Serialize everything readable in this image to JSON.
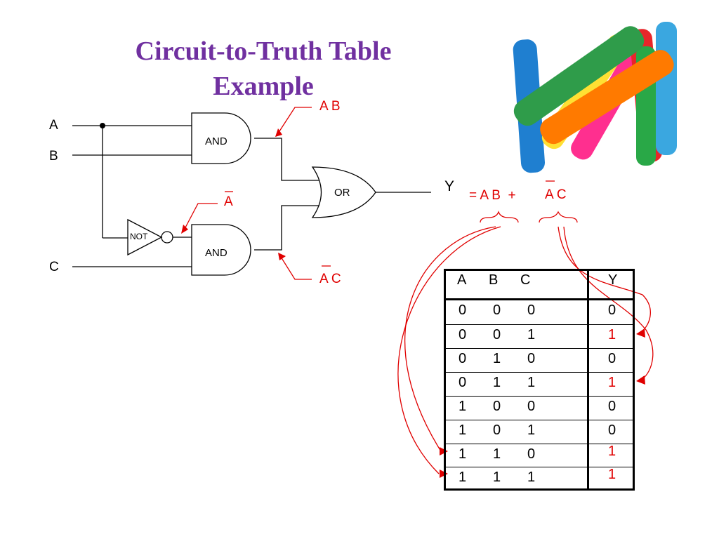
{
  "slide": {
    "title_line1": "Circuit-to-Truth Table",
    "title_line2": "Example"
  },
  "circuit": {
    "inputs": [
      "A",
      "B",
      "C"
    ],
    "gates": {
      "and_top": "AND",
      "and_bottom": "AND",
      "or": "OR",
      "not": "NOT"
    },
    "output_label": "Y"
  },
  "annotations": {
    "ab": "A B",
    "not_a": "A",
    "not_a_c": "A C",
    "expression_prefix": "= A B  +",
    "expression_second": "A C"
  },
  "truth_table": {
    "headers": [
      "A",
      "B",
      "C",
      "Y"
    ],
    "rows": [
      [
        "0",
        "0",
        "0",
        "0"
      ],
      [
        "0",
        "0",
        "1",
        "1"
      ],
      [
        "0",
        "1",
        "0",
        "0"
      ],
      [
        "0",
        "1",
        "1",
        "1"
      ],
      [
        "1",
        "0",
        "0",
        "0"
      ],
      [
        "1",
        "0",
        "1",
        "0"
      ],
      [
        "1",
        "1",
        "0",
        "1"
      ],
      [
        "1",
        "1",
        "1",
        "1"
      ]
    ],
    "highlight_color": "#e00000"
  },
  "colors": {
    "title": "#7030a0",
    "annotation": "#e00000",
    "line": "#000000"
  },
  "image": {
    "subject": "crayons",
    "crayon_colors": [
      "#1f7fd0",
      "#2f9c4a",
      "#ffe033",
      "#ff7a00",
      "#ff2f8f",
      "#e8262a",
      "#29a847",
      "#3aa7e0"
    ]
  }
}
